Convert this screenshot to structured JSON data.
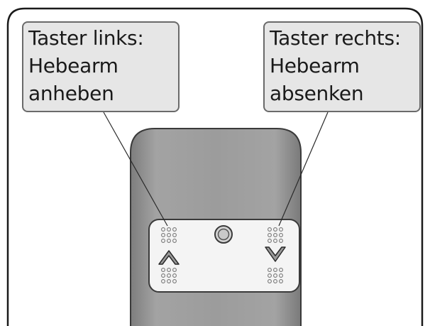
{
  "callouts": {
    "left": {
      "lines": [
        "Taster links:",
        "Hebearm",
        "anheben"
      ]
    },
    "right": {
      "lines": [
        "Taster rechts:",
        "Hebearm",
        "absenken"
      ]
    }
  },
  "icons": {
    "left_button": "chevron-up-icon",
    "right_button": "chevron-down-icon",
    "center": "led-indicator-icon"
  },
  "colors": {
    "remote_body": "#9a9a9a",
    "remote_outline": "#3a3a3a",
    "callout_fill": "#e6e6e6",
    "panel_fill": "#f4f4f4",
    "frame_stroke": "#1a1a1a"
  }
}
